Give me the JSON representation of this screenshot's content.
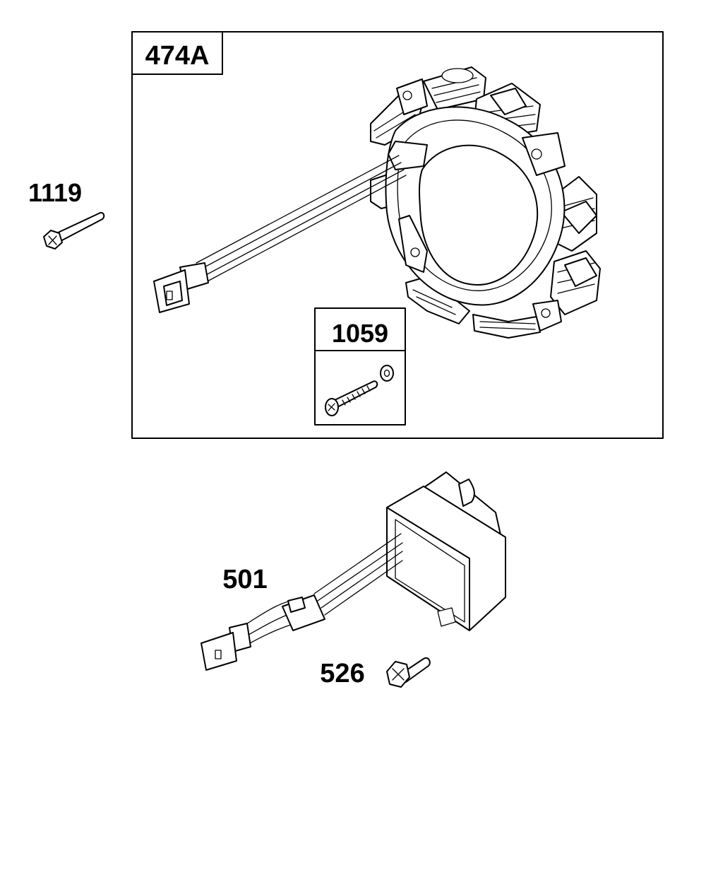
{
  "labels": {
    "stator_kit": "474A",
    "bolt": "1119",
    "screw_kit": "1059",
    "regulator": "501",
    "regulator_screw": "526"
  },
  "colors": {
    "ink": "#000000",
    "paper": "#ffffff"
  }
}
